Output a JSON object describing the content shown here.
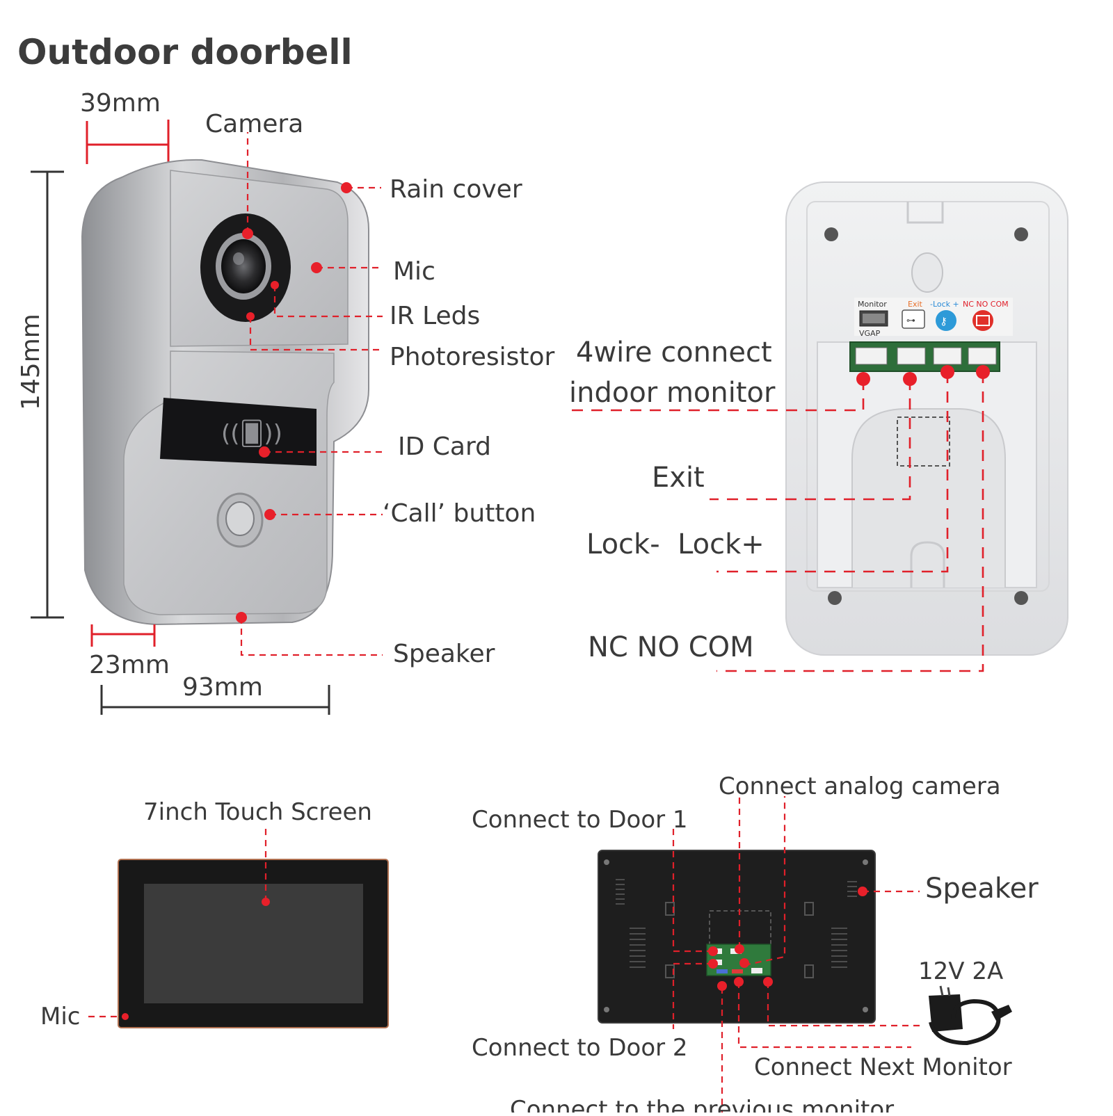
{
  "title": "Outdoor doorbell",
  "doorbell": {
    "dimensions": {
      "depth_top": "39mm",
      "height": "145mm",
      "depth_bottom": "23mm",
      "width": "93mm"
    },
    "labels": {
      "camera": "Camera",
      "rain_cover": "Rain cover",
      "mic": "Mic",
      "ir_leds": "IR Leds",
      "photoresistor": "Photoresistor",
      "id_card": "ID Card",
      "call_button": "‘Call’ button",
      "speaker": "Speaker"
    }
  },
  "back_panel": {
    "terminal_labels": {
      "monitor": "Monitor",
      "vgap": "VGAP",
      "exit": "Exit",
      "lock": "-Lock +",
      "nc_no_com": "NC NO COM"
    },
    "labels": {
      "wire_line1": "4wire connect",
      "wire_line2": "indoor monitor",
      "exit": "Exit",
      "lock": "Lock-  Lock+",
      "nc_no_com": "NC NO COM"
    }
  },
  "monitor_front": {
    "screen": "7inch Touch Screen",
    "mic": "Mic"
  },
  "monitor_back": {
    "connect_camera": "Connect analog camera",
    "connect_door1": "Connect to Door 1",
    "speaker": "Speaker",
    "power": "12V 2A",
    "connect_door2": "Connect to Door 2",
    "connect_next": "Connect Next Monitor",
    "connect_previous": "Connect to the previous monitor"
  },
  "colors": {
    "accent_red": "#e0202a",
    "text": "#3a3a3a",
    "silver": "#c8c9cc",
    "monitor_black": "#1e1e1e"
  }
}
